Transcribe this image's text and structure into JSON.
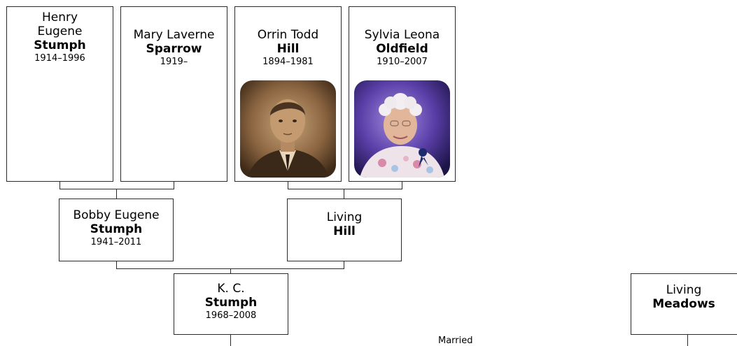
{
  "people": {
    "henry": {
      "given": "Henry Eugene",
      "surname": "Stumph",
      "dates": "1914–1996"
    },
    "mary": {
      "given": "Mary Laverne",
      "surname": "Sparrow",
      "dates": "1919–"
    },
    "orrin": {
      "given": "Orrin Todd",
      "surname": "Hill",
      "dates": "1894–1981"
    },
    "sylvia": {
      "given": "Sylvia Leona",
      "surname": "Oldfield",
      "dates": "1910–2007"
    },
    "bobby": {
      "given": "Bobby Eugene",
      "surname": "Stumph",
      "dates": "1941–2011"
    },
    "living_hill": {
      "given": "Living",
      "surname": "Hill",
      "dates": ""
    },
    "kc": {
      "given": "K. C.",
      "surname": "Stumph",
      "dates": "1968–2008"
    },
    "living_meadows": {
      "given": "Living",
      "surname": "Meadows",
      "dates": ""
    }
  },
  "relationship_label": "Married",
  "colors": {
    "border": "#2b2b2b",
    "background": "#ffffff"
  }
}
